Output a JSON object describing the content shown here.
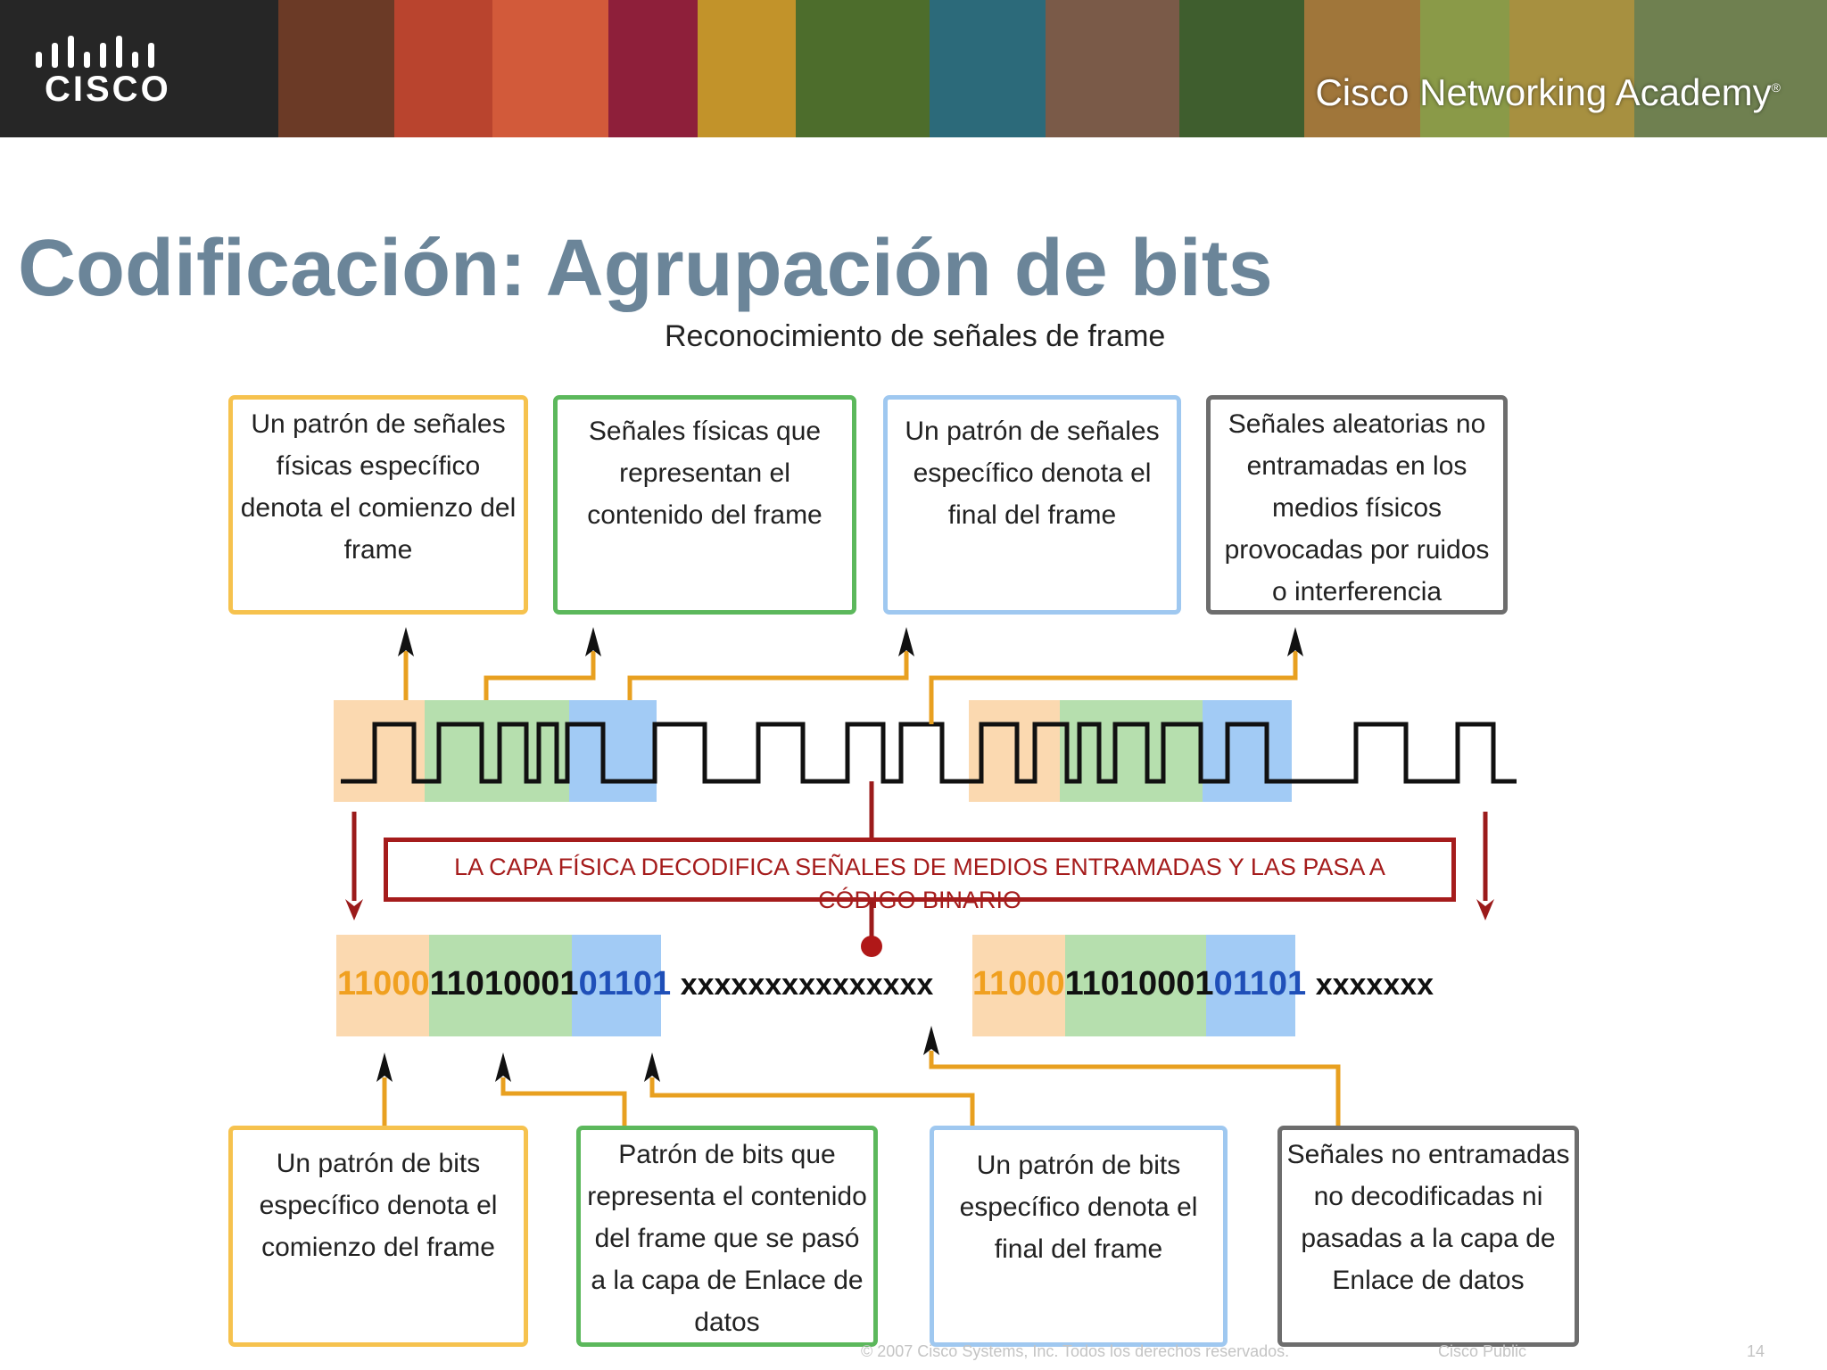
{
  "header": {
    "logo_text": "CISCO",
    "brand": "Cisco Networking Academy",
    "brand_mark": "®"
  },
  "slide": {
    "title": "Codificación: Agrupación de bits",
    "subtitle": "Reconocimiento de señales de frame"
  },
  "top_boxes": [
    {
      "text": "Un patrón de señales físicas específico denota el comienzo del frame",
      "color": "#f6c24e"
    },
    {
      "text": "Señales físicas que representan el contenido del frame",
      "color": "#5cb85c"
    },
    {
      "text": "Un patrón de señales específico denota el final del frame",
      "color": "#9fc8f0"
    },
    {
      "text": "Señales aleatorias no entramadas en los medios físicos provocadas por ruidos o interferencia",
      "color": "#6d6d6d"
    }
  ],
  "banner": {
    "line1": "LA CAPA FÍSICA DECODIFICA SEÑALES DE MEDIOS ENTRAMADAS Y LAS PASA A",
    "line2": "CÓDIGO BINARIO"
  },
  "bits": {
    "group1_start": "11000",
    "group1_content": "11010001",
    "group1_end": "01101",
    "noise1": "xxxxxxxxxxxxxxx",
    "group2_start": "11000",
    "group2_content": "11010001",
    "group2_end": "01101",
    "noise2": "xxxxxxx"
  },
  "bottom_boxes": [
    {
      "text": "Un patrón de bits específico denota el comienzo del frame",
      "color": "#f6c24e"
    },
    {
      "text": "Patrón de bits que representa el contenido del frame que se pasó a la capa de Enlace de datos",
      "color": "#5cb85c"
    },
    {
      "text": "Un patrón de bits específico denota el final del frame",
      "color": "#9fc8f0"
    },
    {
      "text": "Señales no entramadas no decodificadas ni pasadas a la capa de Enlace de datos",
      "color": "#6d6d6d"
    }
  ],
  "footer": {
    "copyright": "© 2007 Cisco Systems, Inc. Todos los derechos reservados.",
    "classification": "Cisco Public",
    "page_number": "14"
  },
  "colors": {
    "start": "#fbd9b0",
    "content": "#b6dfae",
    "end": "#a2cbf5",
    "start_text": "#f0a020",
    "content_text": "#111111",
    "end_text": "#1f4fb8",
    "arrow_orange": "#e8a020",
    "arrow_red": "#9b1b1b",
    "title": "#6b8599"
  }
}
